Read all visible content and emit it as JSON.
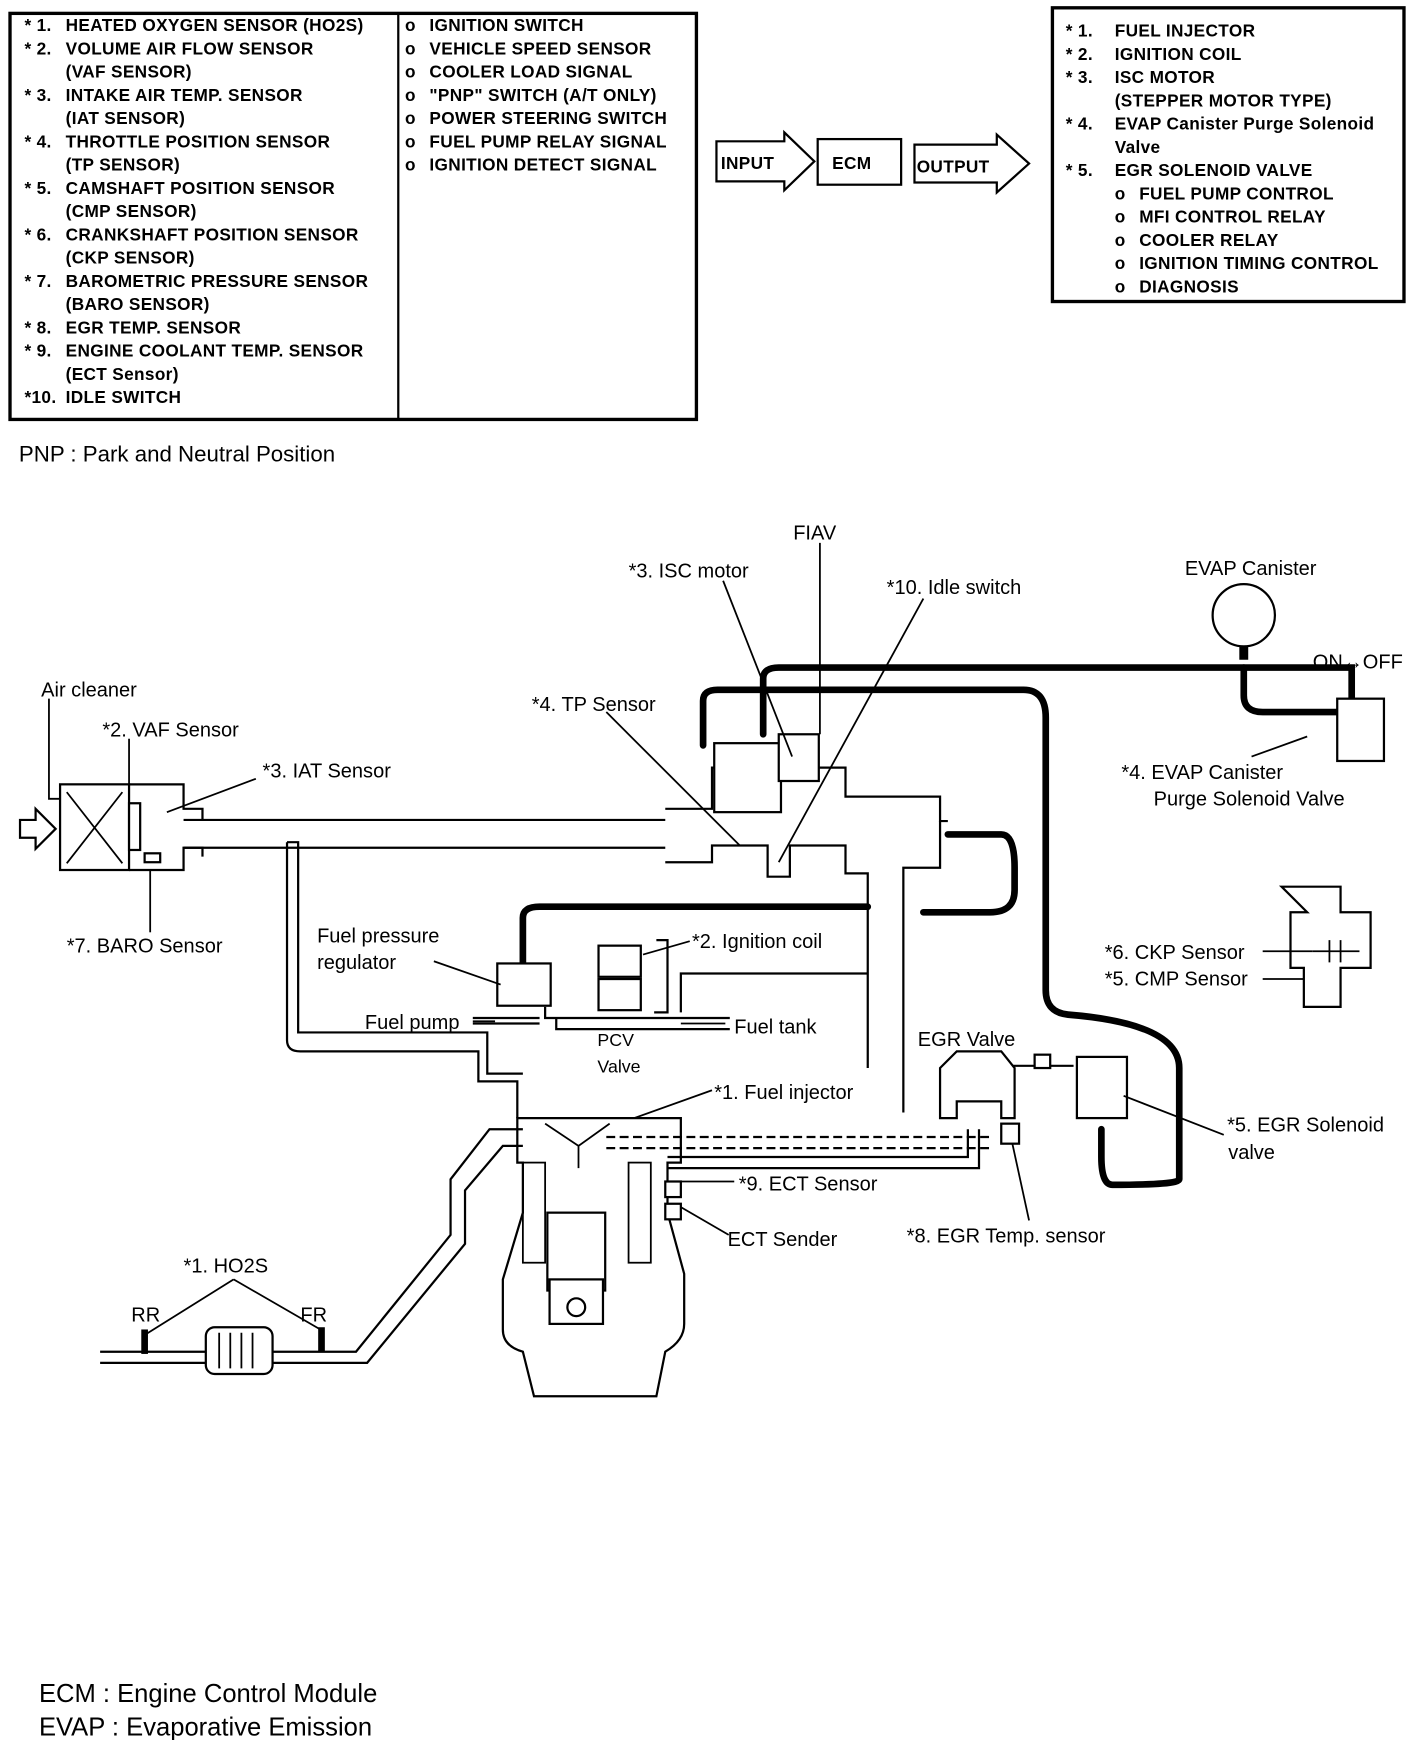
{
  "inputs": {
    "sensors": [
      {
        "num": "* 1.",
        "lines": [
          "HEATED OXYGEN SENSOR (HO2S)"
        ]
      },
      {
        "num": "* 2.",
        "lines": [
          "VOLUME AIR FLOW SENSOR",
          "(VAF SENSOR)"
        ]
      },
      {
        "num": "* 3.",
        "lines": [
          "INTAKE AIR TEMP. SENSOR",
          "(IAT SENSOR)"
        ]
      },
      {
        "num": "* 4.",
        "lines": [
          "THROTTLE POSITION SENSOR",
          "(TP SENSOR)"
        ]
      },
      {
        "num": "* 5.",
        "lines": [
          "CAMSHAFT POSITION SENSOR",
          "(CMP SENSOR)"
        ]
      },
      {
        "num": "* 6.",
        "lines": [
          "CRANKSHAFT POSITION SENSOR",
          "(CKP SENSOR)"
        ]
      },
      {
        "num": "* 7.",
        "lines": [
          "BAROMETRIC PRESSURE SENSOR",
          "(BARO SENSOR)"
        ]
      },
      {
        "num": "* 8.",
        "lines": [
          "EGR TEMP. SENSOR"
        ]
      },
      {
        "num": "* 9.",
        "lines": [
          "ENGINE COOLANT TEMP. SENSOR",
          "(ECT Sensor)"
        ]
      },
      {
        "num": "*10.",
        "lines": [
          "IDLE SWITCH"
        ]
      }
    ],
    "signals": [
      "IGNITION SWITCH",
      "VEHICLE SPEED SENSOR",
      "COOLER LOAD SIGNAL",
      "\"PNP\" SWITCH (A/T ONLY)",
      "POWER STEERING SWITCH",
      "FUEL PUMP RELAY SIGNAL",
      "IGNITION DETECT SIGNAL"
    ],
    "bullet": "o"
  },
  "flow": {
    "input": "INPUT",
    "ecm": "ECM",
    "output": "OUTPUT"
  },
  "outputs": {
    "actuators": [
      {
        "num": "* 1.",
        "lines": [
          "FUEL INJECTOR"
        ]
      },
      {
        "num": "* 2.",
        "lines": [
          "IGNITION COIL"
        ]
      },
      {
        "num": "* 3.",
        "lines": [
          "ISC MOTOR",
          "(STEPPER MOTOR TYPE)"
        ]
      },
      {
        "num": "* 4.",
        "lines": [
          "EVAP Canister Purge Solenoid",
          "Valve"
        ]
      },
      {
        "num": "* 5.",
        "lines": [
          "EGR SOLENOID VALVE"
        ]
      }
    ],
    "controls": [
      "FUEL PUMP CONTROL",
      "MFI CONTROL RELAY",
      "COOLER RELAY",
      "IGNITION TIMING CONTROL",
      "DIAGNOSIS"
    ],
    "bullet": "o"
  },
  "pnp_note": "PNP : Park and Neutral Position",
  "diagram_labels": {
    "fiav": "FIAV",
    "isc_motor": "*3. ISC motor",
    "idle_switch": "*10. Idle switch",
    "evap_canister": "EVAP Canister",
    "on_off": "ON↔OFF",
    "air_cleaner": "Air cleaner",
    "tp_sensor": "*4. TP Sensor",
    "vaf_sensor": "*2. VAF Sensor",
    "iat_sensor": "*3. IAT Sensor",
    "evap_purge_1": "*4. EVAP Canister",
    "evap_purge_2": "Purge Solenoid Valve",
    "baro_sensor": "*7. BARO Sensor",
    "fuel_pressure_reg_1": "Fuel  pressure",
    "fuel_pressure_reg_2": "regulator",
    "ignition_coil": "*2. Ignition coil",
    "ckp_sensor": "*6. CKP Sensor",
    "cmp_sensor": "*5. CMP Sensor",
    "fuel_pump": "Fuel pump",
    "fuel_tank": "Fuel tank",
    "pcv_1": "PCV",
    "pcv_2": "Valve",
    "egr_valve": "EGR Valve",
    "fuel_injector": "*1. Fuel injector",
    "egr_solenoid_1": "*5. EGR Solenoid",
    "egr_solenoid_2": "valve",
    "ect_sensor": "*9. ECT Sensor",
    "ect_sender": "ECT Sender",
    "egr_temp": "*8. EGR Temp. sensor",
    "ho2s": "*1. HO2S",
    "rr": "RR",
    "fr": "FR"
  },
  "legend": {
    "ecm": "ECM : Engine Control Module",
    "evap": "EVAP : Evaporative Emission"
  }
}
